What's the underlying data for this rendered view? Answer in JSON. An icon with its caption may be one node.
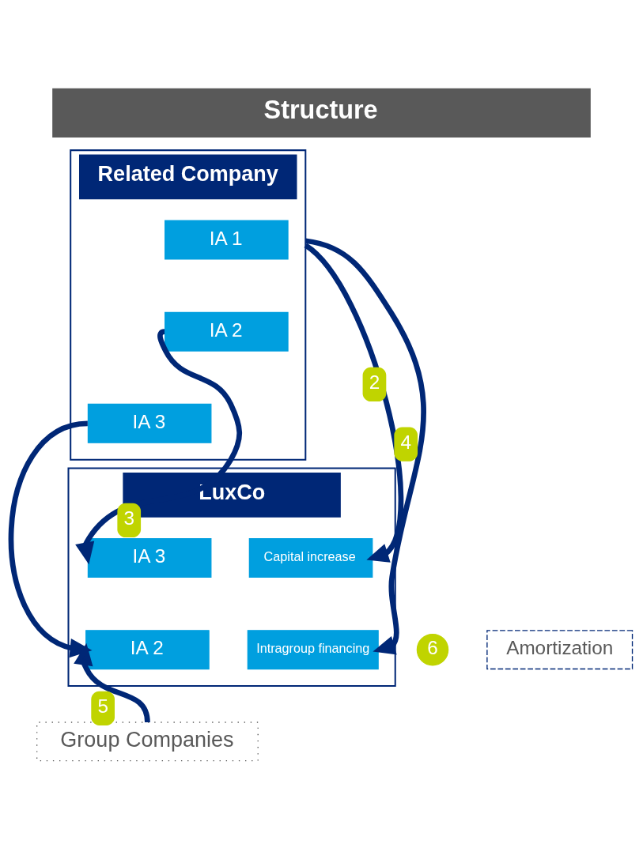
{
  "diagram": {
    "title": "Structure",
    "nodes": [
      {
        "text": [
          "Related Company"
        ]
      },
      {
        "text": [
          "IA 1"
        ],
        "in": 0
      },
      {
        "text": [
          "IA 2"
        ],
        "in": 0
      },
      {
        "text": [
          "IA 3"
        ],
        "in": 0
      },
      {
        "text": [
          "LuxCo"
        ]
      },
      {
        "text": [
          "IA 3"
        ],
        "in": 4
      },
      {
        "text": [
          "IA 2"
        ],
        "in": 4
      },
      {
        "text": [
          "Capital increase"
        ],
        "in": 4
      },
      {
        "text": [
          "Intragroup financing"
        ],
        "in": 4
      },
      {
        "text": [
          "Amortization"
        ],
        "beside": [
          "6"
        ]
      },
      {
        "text": [
          "Group Companies"
        ]
      }
    ],
    "edges": [
      {
        "from": 2,
        "to": 5,
        "arrow": "to",
        "label": "3"
      },
      {
        "from": 3,
        "to": 6,
        "arrow": "to"
      },
      {
        "from": 0,
        "to": 7,
        "arrow": "to",
        "label": "2"
      },
      {
        "from": 0,
        "to": 8,
        "arrow": "to",
        "label": "4"
      },
      {
        "from": 10,
        "to": 6,
        "arrow": "to",
        "label": "5"
      }
    ]
  }
}
